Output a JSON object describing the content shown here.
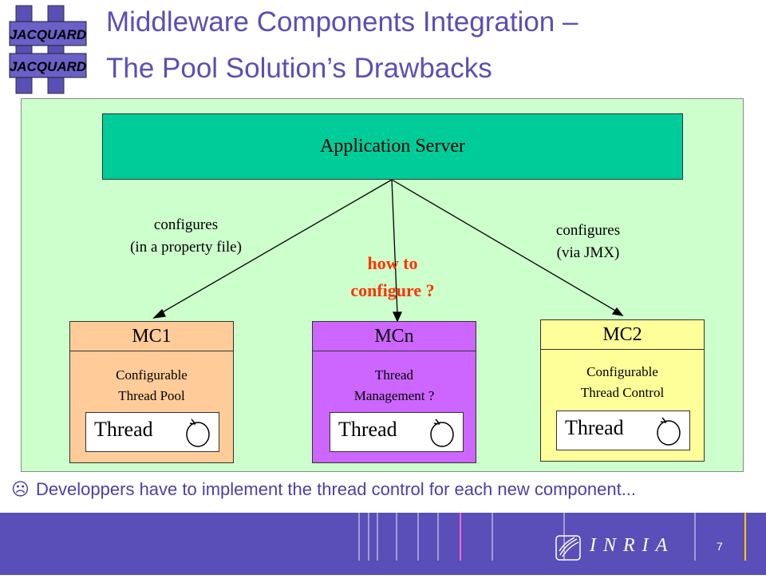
{
  "logo": {
    "line1": "JACQUARD",
    "line2": "JACQUARD"
  },
  "title": {
    "line1": "Middleware Components Integration –",
    "line2": "The Pool Solution’s Drawbacks"
  },
  "diagram": {
    "app_server": "Application Server",
    "edge_left": [
      "configures",
      "(in a property file)"
    ],
    "edge_middle": [
      "how to",
      "configure ?"
    ],
    "edge_right": [
      "configures",
      "(via JMX)"
    ],
    "components": [
      {
        "name": "MC1",
        "desc": [
          "Configurable",
          "Thread Pool"
        ],
        "thread": "Thread",
        "color": "#ffcc99"
      },
      {
        "name": "MCn",
        "desc": [
          "Thread",
          "Management ?"
        ],
        "thread": "Thread",
        "color": "#cc66ff"
      },
      {
        "name": "MC2",
        "desc": [
          "Configurable",
          "Thread Control"
        ],
        "thread": "Thread",
        "color": "#ffff99"
      }
    ]
  },
  "bullet": {
    "icon": "frown-icon",
    "glyph": "☹",
    "text": "Developpers have to implement the thread control for each new component..."
  },
  "footer": {
    "page_number": "7",
    "org": "INRIA",
    "org_icon": "inria-logo-icon"
  },
  "colors": {
    "title": "#5a4fb6",
    "panel": "#ccffcc",
    "app_server": "#00cc99",
    "question": "#ff3300",
    "footer": "#5a4fb8"
  }
}
